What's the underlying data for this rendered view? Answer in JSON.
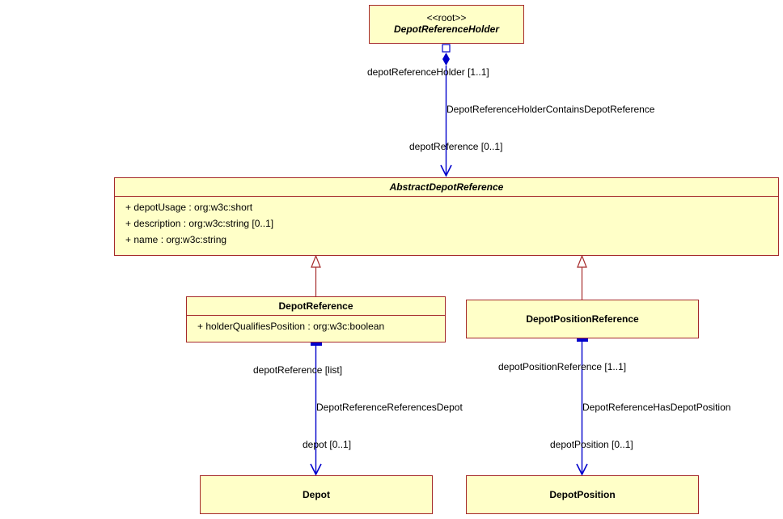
{
  "classes": {
    "holder": {
      "stereotype": "<<root>>",
      "name": "DepotReferenceHolder"
    },
    "abstract": {
      "name": "AbstractDepotReference",
      "attributes": [
        "+ depotUsage : org:w3c:short",
        "+ description : org:w3c:string [0..1]",
        "+ name : org:w3c:string"
      ]
    },
    "depot_reference": {
      "name": "DepotReference",
      "attributes": [
        "+ holderQualifiesPosition : org:w3c:boolean"
      ]
    },
    "depot_position_reference": {
      "name": "DepotPositionReference"
    },
    "depot": {
      "name": "Depot"
    },
    "depot_position": {
      "name": "DepotPosition"
    }
  },
  "associations": {
    "holder_contains": {
      "name": "DepotReferenceHolderContainsDepotReference",
      "source_role": "depotReferenceHolder [1..1]",
      "target_role": "depotReference [0..1]"
    },
    "references_depot": {
      "name": "DepotReferenceReferencesDepot",
      "source_role": "depotReference [list]",
      "target_role": "depot [0..1]"
    },
    "has_depot_position": {
      "name": "DepotReferenceHasDepotPosition",
      "source_role": "depotPositionReference [1..1]",
      "target_role": "depotPosition [0..1]"
    }
  },
  "colors": {
    "class_fill": "#ffffc8",
    "class_border": "#a52a2a",
    "association": "#0000cc",
    "generalization": "#a52a2a"
  }
}
